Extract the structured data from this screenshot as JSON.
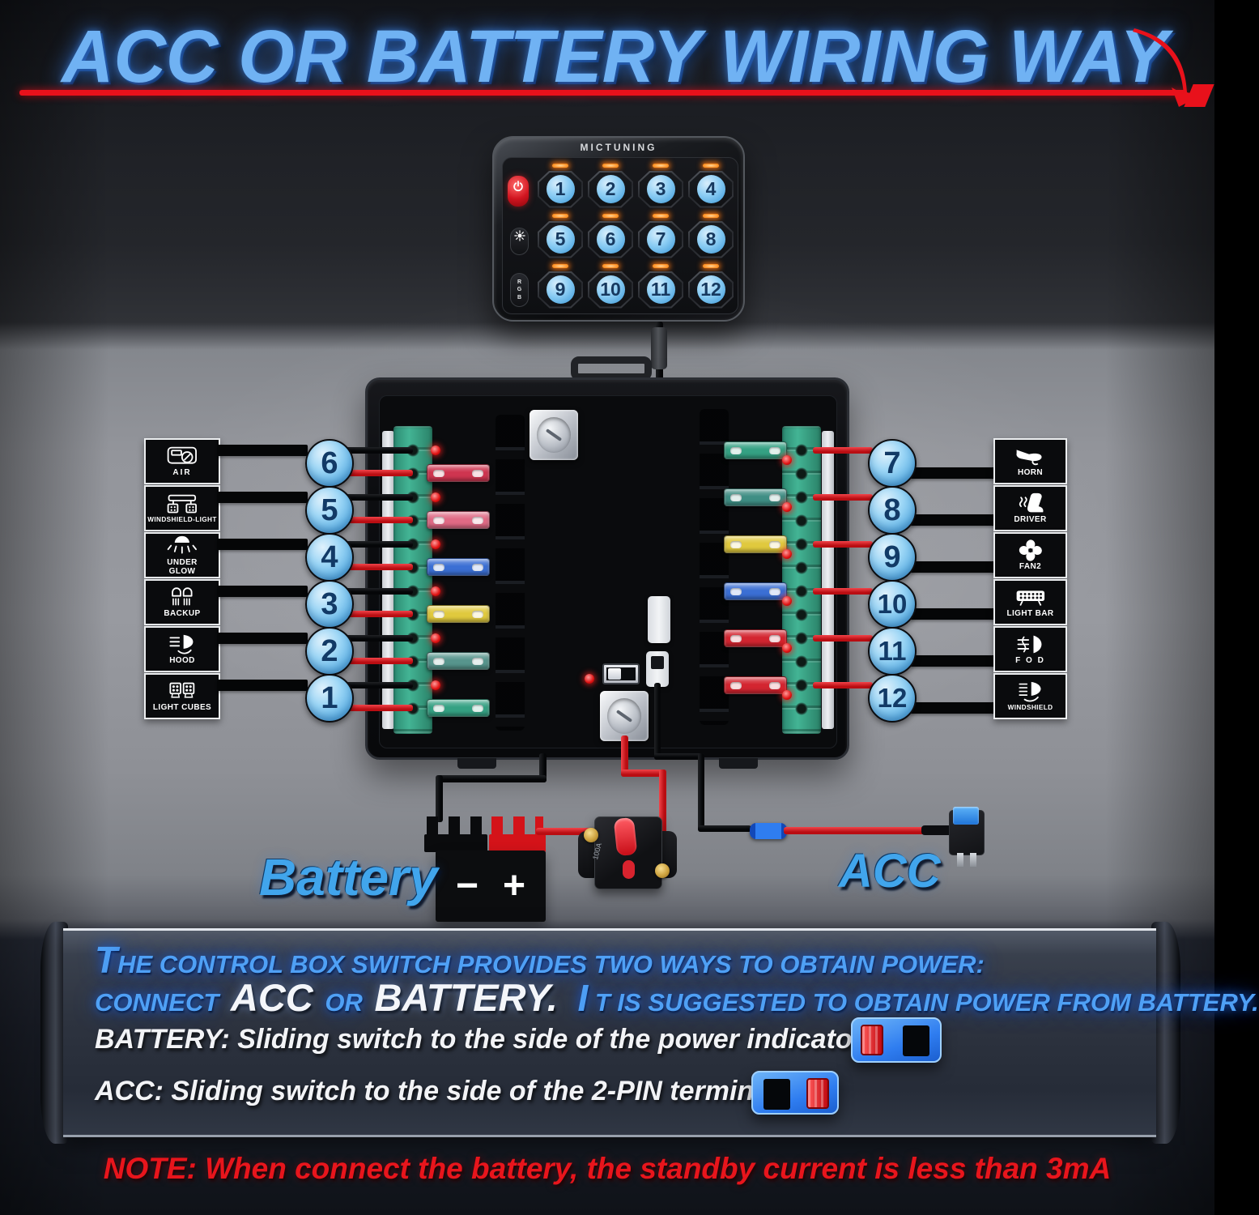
{
  "colors": {
    "title_blue": "#70b2f3",
    "accent_blue": "#4fa0f5",
    "red": "#e8111b",
    "note_red": "#e8151c",
    "circle_blue": "#8ccdf4",
    "wire_red": "#d81318",
    "wire_black": "#050608",
    "terminal_green": "#3aa489",
    "led_orange": "#ff8d1e",
    "label_blue": "#41a5ec"
  },
  "title": {
    "text": "ACC OR BATTERY WIRING WAY"
  },
  "panel": {
    "brand": "MICTUNING",
    "power_icon": "power",
    "brightness_icon": "brightness",
    "rgb_label": "RGB",
    "buttons": [
      "1",
      "2",
      "3",
      "4",
      "5",
      "6",
      "7",
      "8",
      "9",
      "10",
      "11",
      "12"
    ]
  },
  "left_circuits": [
    {
      "num": "6",
      "label": "AIR",
      "icon": "air"
    },
    {
      "num": "5",
      "label": "WINDSHIELD-LIGHT",
      "icon": "windshield-light"
    },
    {
      "num": "4",
      "label": "UNDER GLOW",
      "icon": "under-glow"
    },
    {
      "num": "3",
      "label": "BACKUP",
      "icon": "backup"
    },
    {
      "num": "2",
      "label": "HOOD",
      "icon": "hood"
    },
    {
      "num": "1",
      "label": "LIGHT CUBES",
      "icon": "light-cubes"
    }
  ],
  "right_circuits": [
    {
      "num": "7",
      "label": "HORN",
      "icon": "horn"
    },
    {
      "num": "8",
      "label": "DRIVER",
      "icon": "driver"
    },
    {
      "num": "9",
      "label": "FAN2",
      "icon": "fan"
    },
    {
      "num": "10",
      "label": "LIGHT BAR",
      "icon": "light-bar"
    },
    {
      "num": "11",
      "label": "F O D",
      "icon": "fog"
    },
    {
      "num": "12",
      "label": "WINDSHIELD",
      "icon": "windshield"
    }
  ],
  "left_fuse_colors": [
    "#cf3550",
    "#e06a85",
    "#3b6fd4",
    "#e0c93e",
    "#57958d",
    "#35a183"
  ],
  "right_fuse_colors": [
    "#35a183",
    "#3f8e84",
    "#e0c93e",
    "#3b6fd4",
    "#d32530",
    "#d32530"
  ],
  "battery": {
    "label": "Battery",
    "minus": "−",
    "plus": "+"
  },
  "breaker": {
    "rating": "100A"
  },
  "acc": {
    "label": "ACC"
  },
  "footer": {
    "l1_cap": "T",
    "l1_rest": "HE CONTROL BOX SWITCH PROVIDES TWO WAYS TO OBTAIN POWER:",
    "l2_connect": "CONNECT",
    "l2_acc": "ACC",
    "l2_or": "OR",
    "l2_battery": "BATTERY.",
    "l2_cap": "I",
    "l2_rest": "T IS SUGGESTED TO OBTAIN POWER FROM BATTERY.",
    "battery_line": "BATTERY: Sliding switch to the side of the power indicator",
    "acc_line": "ACC: Sliding switch to the side of the 2-PIN terminal"
  },
  "note": {
    "text": "NOTE: When connect the battery, the standby current is less than 3mA"
  }
}
